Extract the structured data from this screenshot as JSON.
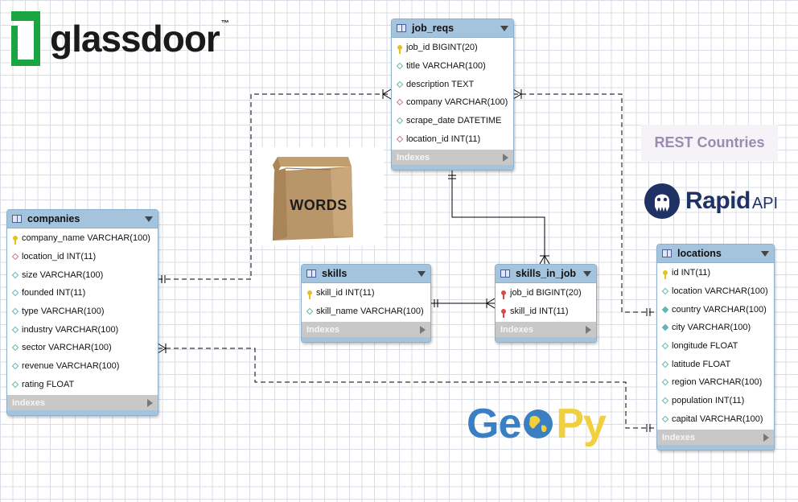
{
  "logos": {
    "glassdoor": "glassdoor",
    "glassdoor_tm": "™",
    "bag_label": "WORDS",
    "rest_countries": "REST Countries",
    "rapid": "Rapid",
    "rapid_api": "API",
    "geopy_1": "Ge",
    "geopy_2": "Py"
  },
  "tables": {
    "job_reqs": {
      "name": "job_reqs",
      "columns": [
        {
          "text": "job_id BIGINT(20)",
          "icon": "primary-key"
        },
        {
          "text": "title VARCHAR(100)",
          "icon": "column"
        },
        {
          "text": "description TEXT",
          "icon": "column"
        },
        {
          "text": "company VARCHAR(100)",
          "icon": "foreign-key-column"
        },
        {
          "text": "scrape_date DATETIME",
          "icon": "column"
        },
        {
          "text": "location_id INT(11)",
          "icon": "foreign-key-column"
        }
      ],
      "footer": "Indexes"
    },
    "companies": {
      "name": "companies",
      "columns": [
        {
          "text": "company_name VARCHAR(100)",
          "icon": "primary-key"
        },
        {
          "text": "location_id INT(11)",
          "icon": "foreign-key-column"
        },
        {
          "text": "size VARCHAR(100)",
          "icon": "column"
        },
        {
          "text": "founded INT(11)",
          "icon": "column"
        },
        {
          "text": "type VARCHAR(100)",
          "icon": "column"
        },
        {
          "text": "industry VARCHAR(100)",
          "icon": "column"
        },
        {
          "text": "sector VARCHAR(100)",
          "icon": "column"
        },
        {
          "text": "revenue VARCHAR(100)",
          "icon": "column"
        },
        {
          "text": "rating FLOAT",
          "icon": "column"
        }
      ],
      "footer": "Indexes"
    },
    "skills": {
      "name": "skills",
      "columns": [
        {
          "text": "skill_id INT(11)",
          "icon": "primary-key"
        },
        {
          "text": "skill_name VARCHAR(100)",
          "icon": "column"
        }
      ],
      "footer": "Indexes"
    },
    "skills_in_job": {
      "name": "skills_in_job",
      "columns": [
        {
          "text": "job_id BIGINT(20)",
          "icon": "primary-foreign-key"
        },
        {
          "text": "skill_id INT(11)",
          "icon": "primary-foreign-key"
        }
      ],
      "footer": "Indexes"
    },
    "locations": {
      "name": "locations",
      "columns": [
        {
          "text": "id INT(11)",
          "icon": "primary-key"
        },
        {
          "text": "location VARCHAR(100)",
          "icon": "column"
        },
        {
          "text": "country VARCHAR(100)",
          "icon": "not-null-column"
        },
        {
          "text": "city VARCHAR(100)",
          "icon": "not-null-column"
        },
        {
          "text": "longitude FLOAT",
          "icon": "column"
        },
        {
          "text": "latitude FLOAT",
          "icon": "column"
        },
        {
          "text": "region VARCHAR(100)",
          "icon": "column"
        },
        {
          "text": "population INT(11)",
          "icon": "column"
        },
        {
          "text": "capital VARCHAR(100)",
          "icon": "column"
        }
      ],
      "footer": "Indexes"
    }
  },
  "relationships": [
    {
      "from": "companies",
      "to": "job_reqs",
      "from_end": "one",
      "to_end": "many",
      "identifying": false
    },
    {
      "from": "companies",
      "to": "locations",
      "from_end": "many",
      "to_end": "one",
      "identifying": false
    },
    {
      "from": "job_reqs",
      "to": "locations",
      "from_end": "many",
      "to_end": "one",
      "identifying": false
    },
    {
      "from": "job_reqs",
      "to": "skills_in_job",
      "from_end": "one",
      "to_end": "many",
      "identifying": true
    },
    {
      "from": "skills",
      "to": "skills_in_job",
      "from_end": "one",
      "to_end": "many",
      "identifying": true
    }
  ],
  "colors": {
    "header": "#a4c3dd",
    "footer": "#c8c8c8",
    "glassdoor_green": "#1aa541",
    "rapid_navy": "#1f3263",
    "geopy_blue": "#3a7fc2",
    "geopy_yellow": "#f2cf3c"
  }
}
